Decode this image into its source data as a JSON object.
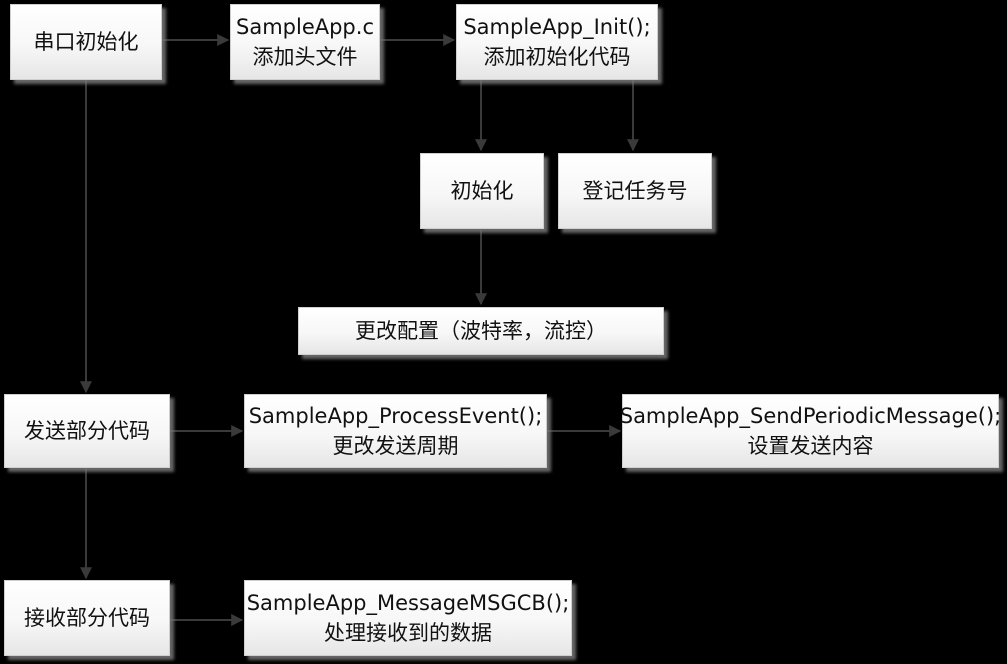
{
  "nodes": {
    "serial_init": {
      "lines": [
        "串口初始化"
      ]
    },
    "sampleapp_c": {
      "lines": [
        "SampleApp.c",
        "添加头文件"
      ]
    },
    "sampleapp_init": {
      "lines": [
        "SampleApp_Init();",
        "添加初始化代码"
      ]
    },
    "init": {
      "lines": [
        "初始化"
      ]
    },
    "register_task": {
      "lines": [
        "登记任务号"
      ]
    },
    "change_config": {
      "lines": [
        "更改配置（波特率，流控）"
      ]
    },
    "send_code": {
      "lines": [
        "发送部分代码"
      ]
    },
    "process_event": {
      "lines": [
        "SampleApp_ProcessEvent();",
        "更改发送周期"
      ]
    },
    "send_periodic": {
      "lines": [
        "SampleApp_SendPeriodicMessage();",
        "设置发送内容"
      ]
    },
    "receive_code": {
      "lines": [
        "接收部分代码"
      ]
    },
    "message_msgcb": {
      "lines": [
        "SampleApp_MessageMSGCB();",
        "处理接收到的数据"
      ]
    }
  },
  "style": {
    "background": "#000000",
    "arrow_color": "#3a3a3a",
    "box_fill": "#f5f5f5",
    "shadow": "#787878"
  }
}
